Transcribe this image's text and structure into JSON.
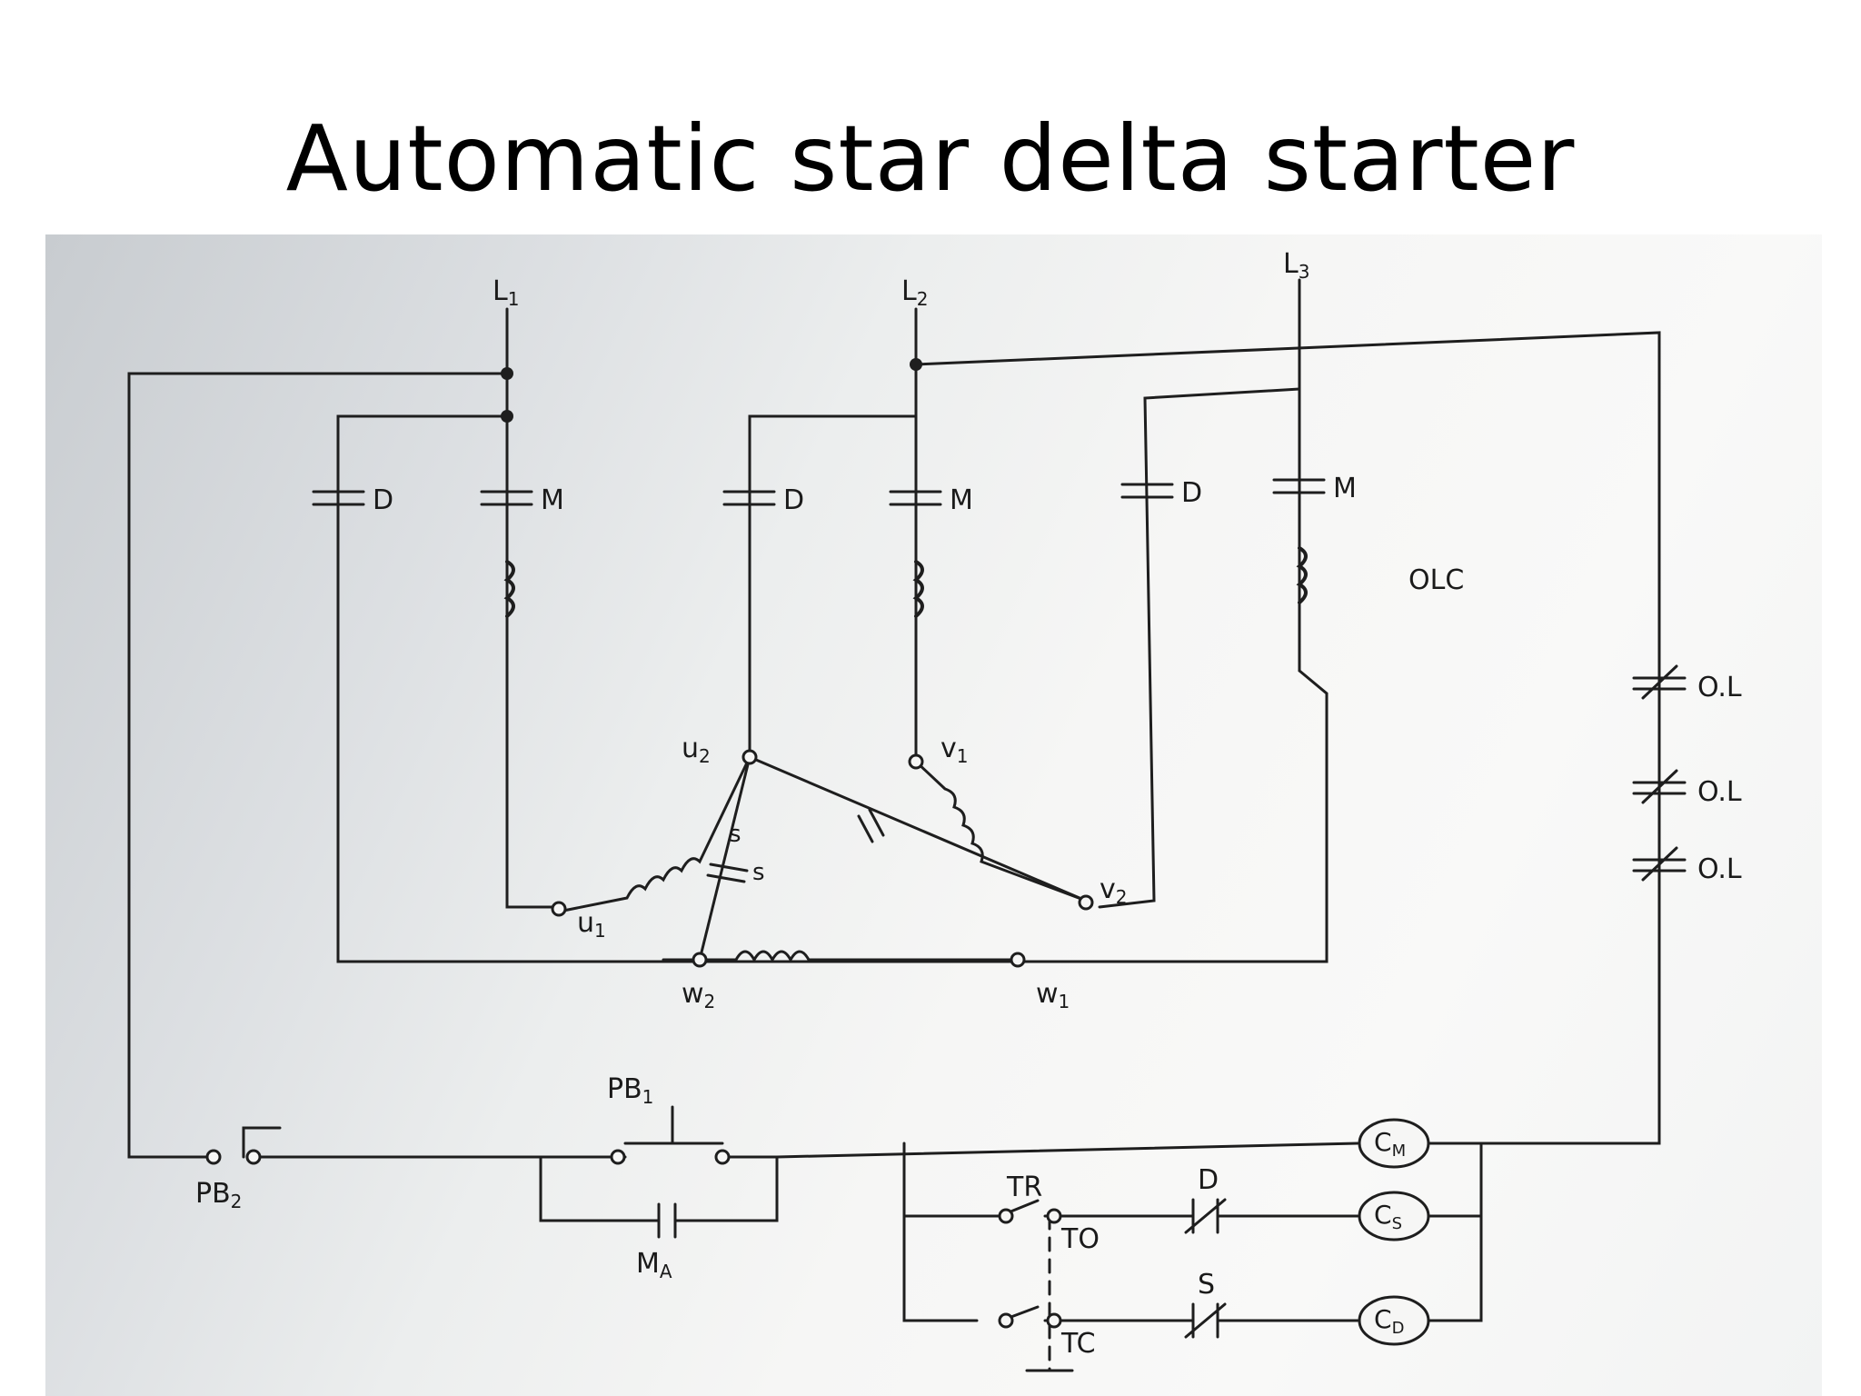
{
  "slide": {
    "title": "Automatic star delta starter"
  },
  "diagram": {
    "lines": {
      "l1": "L",
      "l1_sub": "1",
      "l2": "L",
      "l2_sub": "2",
      "l3": "L",
      "l3_sub": "3"
    },
    "contacts": {
      "d": "D",
      "m": "M",
      "s": "S",
      "s_lower": "s"
    },
    "olc": "OLC",
    "overload": "O.L",
    "terminals": {
      "u1": "u",
      "u1_sub": "1",
      "u2": "u",
      "u2_sub": "2",
      "v1": "v",
      "v1_sub": "1",
      "v2": "v",
      "v2_sub": "2",
      "w1": "w",
      "w1_sub": "1",
      "w2": "w",
      "w2_sub": "2"
    },
    "pushbuttons": {
      "pb1": "PB",
      "pb1_sub": "1",
      "pb2": "PB",
      "pb2_sub": "2"
    },
    "aux": {
      "ma": "M",
      "ma_sub": "A"
    },
    "timer": {
      "tr": "TR",
      "to": "TO",
      "tc": "TC"
    },
    "coils": {
      "cm": "C",
      "cm_sub": "M",
      "cs": "C",
      "cs_sub": "S",
      "cd": "C",
      "cd_sub": "D"
    }
  }
}
